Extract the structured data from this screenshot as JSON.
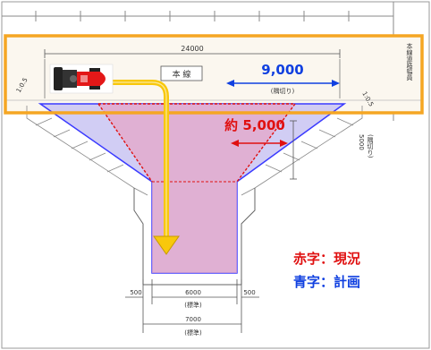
{
  "diagram": {
    "top_total_width": "24000",
    "main_line_label": "本 線",
    "blue_width_value": "9,000",
    "blue_width_note": "(隅切り)",
    "red_width_value": "約 5,000",
    "side_dim_value": "5000",
    "side_dim_note": "(隅切り)",
    "right_vertical_text": "本線道路幅員",
    "slope_label_left": "1:0.5",
    "slope_label_right": "1:0.5",
    "bottom_left_offset": "500",
    "bottom_right_offset": "500",
    "bottom_inner_width": "6000",
    "bottom_inner_note": "(標準)",
    "bottom_outer_width": "7000",
    "bottom_outer_note": "(標準)",
    "legend_red": "赤字：現況",
    "legend_blue": "青字：計画"
  },
  "colors": {
    "highlight_frame": "#f5a623",
    "planned_fill": "#c9c4f2",
    "planned_edge": "#3a3aff",
    "existing_fill": "#e4a6c8",
    "existing_edge": "#e01010",
    "arrow_fill": "#f8c80c",
    "label_blue": "#1040e0",
    "label_red": "#e01010"
  },
  "icons": {
    "vehicle": "tractor-icon",
    "path": "turn-arrow-icon"
  }
}
